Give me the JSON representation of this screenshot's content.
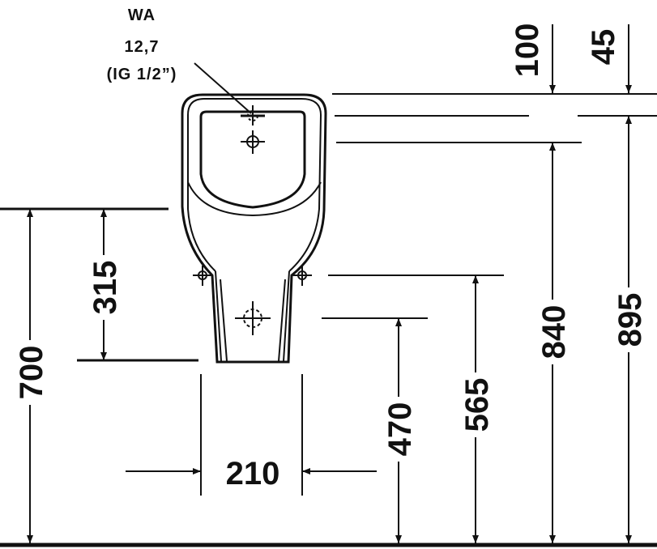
{
  "connection": {
    "label": "WA",
    "size": "12,7",
    "thread": "(IG 1/2”)"
  },
  "dimensions": {
    "d700": "700",
    "d315": "315",
    "d210": "210",
    "d470": "470",
    "d565": "565",
    "d840": "840",
    "d895": "895",
    "d100": "100",
    "d45": "45"
  }
}
